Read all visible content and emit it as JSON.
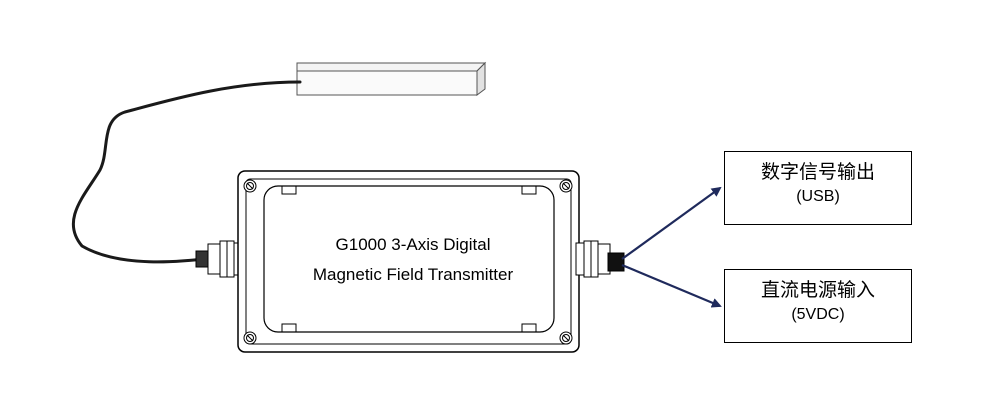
{
  "device": {
    "title_line1": "G1000 3-Axis Digital",
    "title_line2": "Magnetic Field Transmitter"
  },
  "outputs": [
    {
      "label_zh": "数字信号输出",
      "label_en": "(USB)"
    },
    {
      "label_zh": "直流电源输入",
      "label_en": "(5VDC)"
    }
  ],
  "colors": {
    "outline": "#000000",
    "arrow": "#1f2a5c",
    "background": "#ffffff"
  }
}
